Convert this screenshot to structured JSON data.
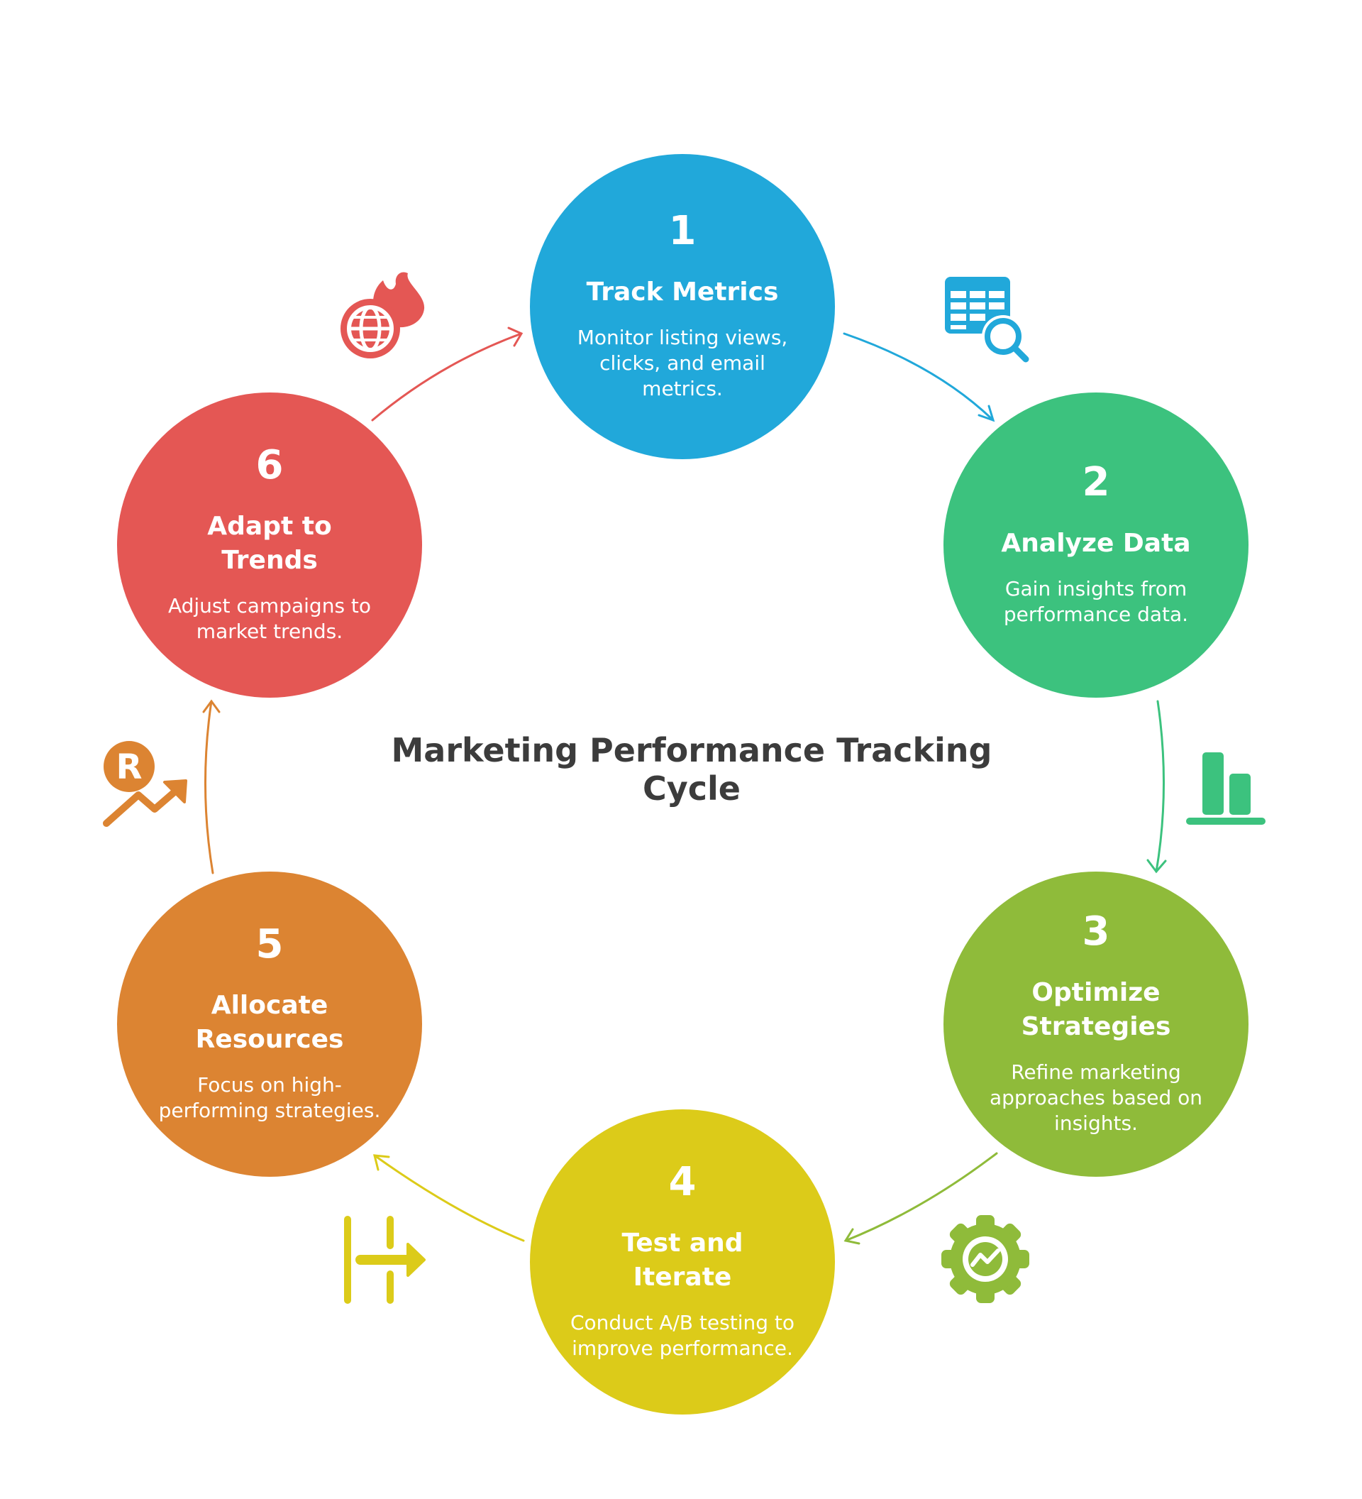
{
  "title": "Marketing Performance Tracking Cycle",
  "steps": [
    {
      "number": "1",
      "title": "Track Metrics",
      "desc": "Monitor listing views, clicks, and email metrics.",
      "color": "#21a8da",
      "icon": "table-search-icon"
    },
    {
      "number": "2",
      "title": "Analyze Data",
      "desc": "Gain insights from performance data.",
      "color": "#3cc27e",
      "icon": "bar-chart-icon"
    },
    {
      "number": "3",
      "title": "Optimize Strategies",
      "desc": "Refine marketing approaches based on insights.",
      "color": "#8fbb3a",
      "icon": "gear-trend-icon"
    },
    {
      "number": "4",
      "title": "Test and Iterate",
      "desc": "Conduct A/B testing to improve performance.",
      "color": "#dccb19",
      "icon": "split-test-icon"
    },
    {
      "number": "5",
      "title": "Allocate Resources",
      "desc": "Focus on high-performing strategies.",
      "color": "#dc8432",
      "icon": "resource-growth-icon"
    },
    {
      "number": "6",
      "title": "Adapt to Trends",
      "desc": "Adjust campaigns to market trends.",
      "color": "#e45754",
      "icon": "globe-flame-icon"
    }
  ]
}
